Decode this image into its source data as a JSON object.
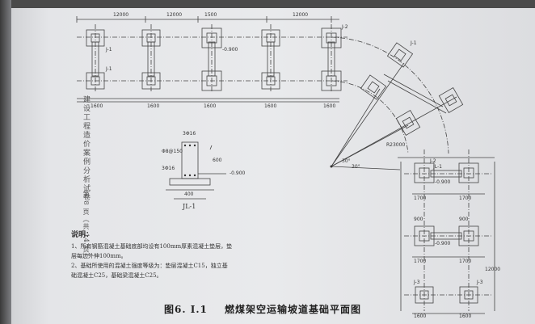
{
  "side_text": {
    "title": "建设工程造价案例分析试卷",
    "page": "第 8 页（共 14 页）"
  },
  "notes": {
    "heading": "说明：",
    "item1": "1、所有钢筋混凝土基础底部均设有100mm厚素混凝土垫层，垫层每边外伸100mm。",
    "item2": "2、基础所使用的混凝土强度等级为：垫层混凝土C15，独立基础混凝土C25，基础梁混凝土C25。"
  },
  "caption": {
    "number": "图6. Ⅰ.1",
    "title": "燃煤架空运输坡道基础平面图"
  },
  "section": {
    "name": "JL-1",
    "elev": "-0.900",
    "dim_bottom": "400",
    "dim_bar_top": "3Φ16",
    "dim_bar_bot": "3Φ16",
    "stirrup": "Φ8@150",
    "dim_height": "600"
  },
  "dims": {
    "span": "12000",
    "mid_span": "1500",
    "width_a": "1600",
    "width_b": "1700",
    "width_c": "900",
    "radius": "R23000",
    "angle_a": "30°",
    "angle_b": "30°",
    "elev": "-0.900",
    "j1": "J-1",
    "j2": "J-2",
    "j3": "J-3",
    "jl1": "JL-1"
  },
  "colors": {
    "ink": "#333333",
    "paper": "#e6e7ea"
  }
}
